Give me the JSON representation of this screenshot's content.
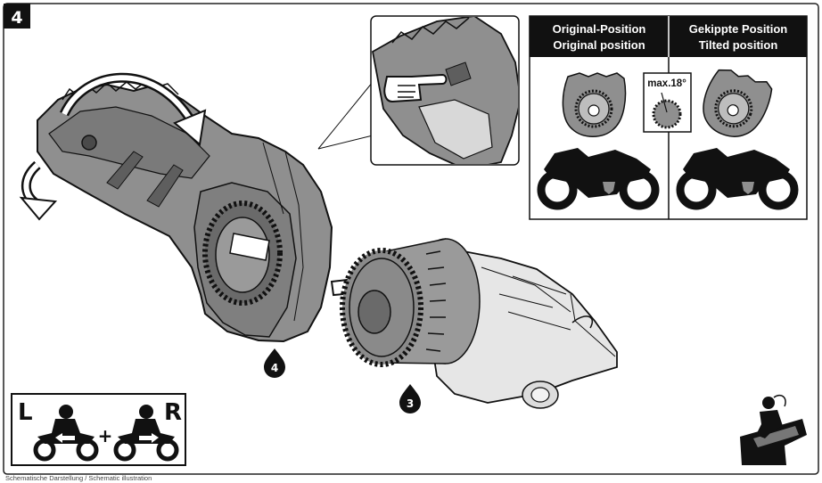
{
  "step": {
    "number": "4"
  },
  "position_table": {
    "columns": [
      {
        "label_de": "Original-Position",
        "label_en": "Original position"
      },
      {
        "label_de": "Gekippte Position",
        "label_en": "Tilted position"
      }
    ],
    "max_angle_label": "max.18°"
  },
  "callouts": {
    "bracket": "4",
    "peg_mount": "3"
  },
  "side_legend": {
    "left": "L",
    "plus": "+",
    "right": "R"
  },
  "footer": {
    "caption": "Schematische Darstellung / Schematic illustration"
  },
  "colors": {
    "part_grey": "#8f8f8f",
    "part_dark": "#5e5e5e",
    "mount_light": "#e6e6e6",
    "ink": "#111111"
  },
  "icons": [
    "pointing-hand-icon",
    "rotate-arrow-icon",
    "push-arrow-icon",
    "motorcycle-icon",
    "rider-icon",
    "footpeg-rider-icon"
  ]
}
